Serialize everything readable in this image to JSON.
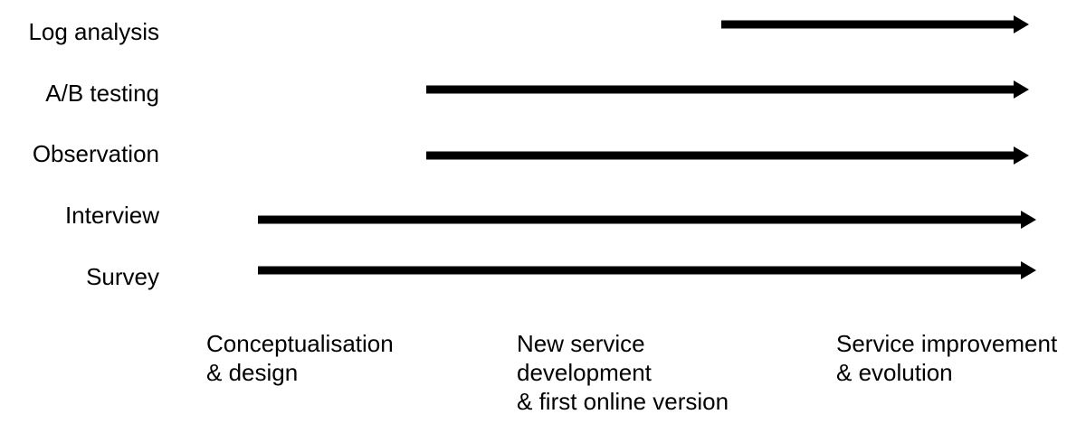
{
  "methods": [
    {
      "label": "Log analysis",
      "start_phase": "service_improvement"
    },
    {
      "label": "A/B testing",
      "start_phase": "new_service_development"
    },
    {
      "label": "Observation",
      "start_phase": "new_service_development"
    },
    {
      "label": "Interview",
      "start_phase": "conceptualisation"
    },
    {
      "label": "Survey",
      "start_phase": "conceptualisation"
    }
  ],
  "phases": [
    {
      "id": "conceptualisation",
      "lines": [
        "Conceptualisation",
        "& design"
      ]
    },
    {
      "id": "new_service_development",
      "lines": [
        "New service",
        "development",
        "& first online version"
      ]
    },
    {
      "id": "service_improvement",
      "lines": [
        "Service improvement",
        "& evolution"
      ]
    }
  ],
  "colors": {
    "arrow": "#000000",
    "text": "#000000",
    "background": "#ffffff"
  }
}
